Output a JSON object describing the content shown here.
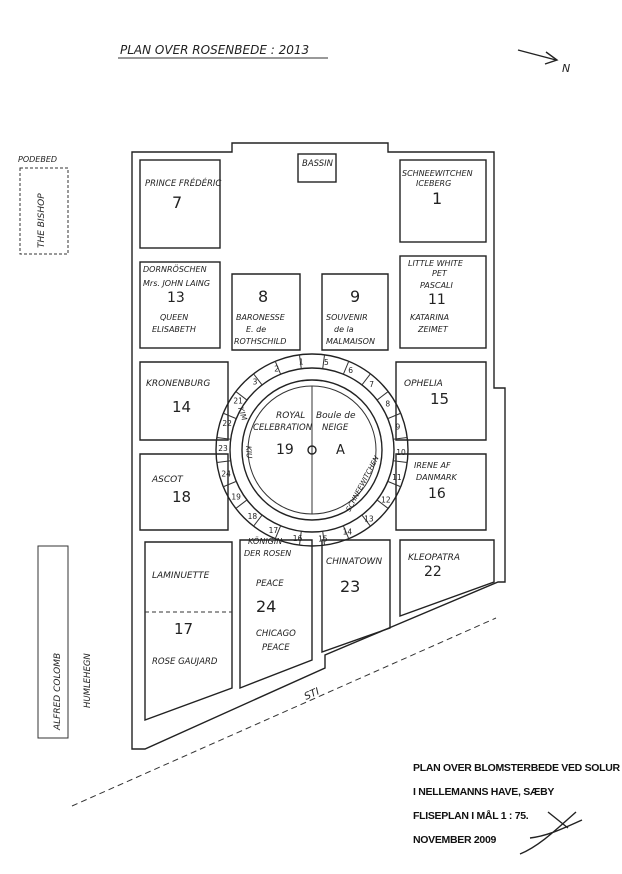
{
  "title": "PLAN OVER ROSENBEDE : 2013",
  "north": "N",
  "podebed": "PODEBED",
  "the_bishop": "THE BISHOP",
  "alfred_colomb": "ALFRED COLOMB",
  "humlehegn": "HUMLEHEGN",
  "basin": "BASSIN",
  "sti": "STI",
  "center": {
    "label_a": "A",
    "royal1": "ROYAL",
    "royal2": "CELEBRATION",
    "boule1": "Boule de",
    "boule2": "NEIGE",
    "num": "19"
  },
  "ring_names": {
    "kim": "KIM",
    "schnee": "SCHNEEWITCHEN",
    "kiu": "KIU"
  },
  "ring_numbers": [
    "5",
    "6",
    "7",
    "8",
    "9",
    "10",
    "11",
    "12",
    "13",
    "14",
    "15",
    "16",
    "17",
    "18",
    "19",
    "24",
    "23",
    "22",
    "21",
    "3",
    "2",
    "1"
  ],
  "beds": {
    "b7": {
      "name": "PRINCE FRÉDÉRIC",
      "num": "7"
    },
    "b1": {
      "name1": "SCHNEEWITCHEN",
      "name2": "ICEBERG",
      "num": "1"
    },
    "b13": {
      "name1": "DORNRÖSCHEN",
      "name2": "Mrs. JOHN LAING",
      "num": "13",
      "name3": "QUEEN",
      "name4": "ELISABETH"
    },
    "b8": {
      "num": "8",
      "name1": "BARONESSE",
      "name2": "E. de",
      "name3": "ROTHSCHILD"
    },
    "b9": {
      "num": "9",
      "name1": "SOUVENIR",
      "name2": "de la",
      "name3": "MALMAISON"
    },
    "b11": {
      "name1": "LITTLE WHITE",
      "name2": "PET",
      "name3": "PASCALI",
      "num": "11",
      "name4": "KATARINA",
      "name5": "ZEIMET"
    },
    "b14": {
      "name": "KRONENBURG",
      "num": "14"
    },
    "b15": {
      "name": "OPHELIA",
      "num": "15"
    },
    "b18": {
      "name": "ASCOT",
      "num": "18"
    },
    "b16": {
      "name1": "IRENE AF",
      "name2": "DANMARK",
      "num": "16"
    },
    "b17": {
      "name1": "LAMINUETTE",
      "num": "17",
      "name2": "ROSE GAUJARD"
    },
    "b24": {
      "name1": "KÖNIGIN",
      "name2": "DER ROSEN",
      "name3": "PEACE",
      "num": "24",
      "name4": "CHICAGO",
      "name5": "PEACE"
    },
    "b23": {
      "name": "CHINATOWN",
      "num": "23"
    },
    "b22": {
      "name": "KLEOPATRA",
      "num": "22"
    }
  },
  "caption": {
    "line1": "PLAN OVER BLOMSTERBEDE VED SOLUR",
    "line2": "I NELLEMANNS HAVE, SÆBY",
    "line3": "FLISEPLAN I MÅL 1 : 75.",
    "line4": "NOVEMBER 2009"
  }
}
